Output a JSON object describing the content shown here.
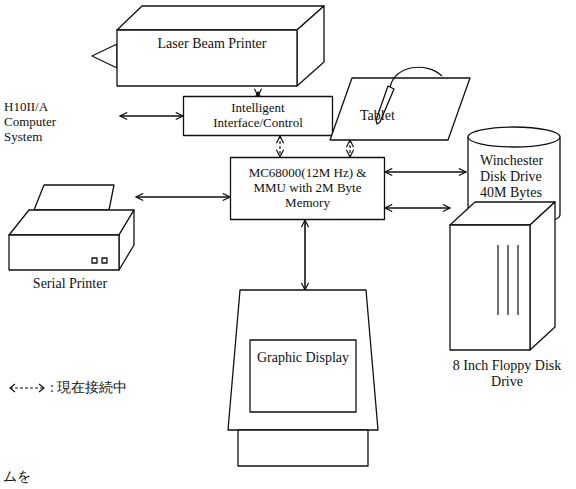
{
  "diagram": {
    "nodes": [
      {
        "text": [
          "Laser Beam Printer"
        ]
      },
      {
        "text": [
          "Intelligent Interface/Control"
        ]
      },
      {
        "text": [
          "Tablet"
        ]
      },
      {
        "text": [
          "H10II/A Computer System"
        ]
      },
      {
        "text": [
          "MC68000(12M Hz) & MMU with 2M Byte Memory"
        ]
      },
      {
        "text": [
          "Serial Printer"
        ]
      },
      {
        "text": [
          "Winchester Disk Drive 40M Bytes"
        ]
      },
      {
        "text": [
          "8 Inch Floppy Disk Drive"
        ]
      },
      {
        "text": [
          "Graphic Display"
        ]
      }
    ],
    "edges": [
      {
        "from": 0,
        "to": 1,
        "arrow": "both"
      },
      {
        "from": 3,
        "to": 1,
        "arrow": "both"
      },
      {
        "from": 1,
        "to": 4,
        "arrow": "both"
      },
      {
        "from": 2,
        "to": 4,
        "arrow": "both"
      },
      {
        "from": 5,
        "to": 4,
        "arrow": "both"
      },
      {
        "from": 4,
        "to": 6,
        "arrow": "both"
      },
      {
        "from": 4,
        "to": 7,
        "arrow": "both"
      },
      {
        "from": 4,
        "to": 8,
        "arrow": "both"
      }
    ],
    "labels": [
      "ムを"
    ],
    "legend": [
      {
        "text": ": 現在接続中"
      }
    ]
  }
}
